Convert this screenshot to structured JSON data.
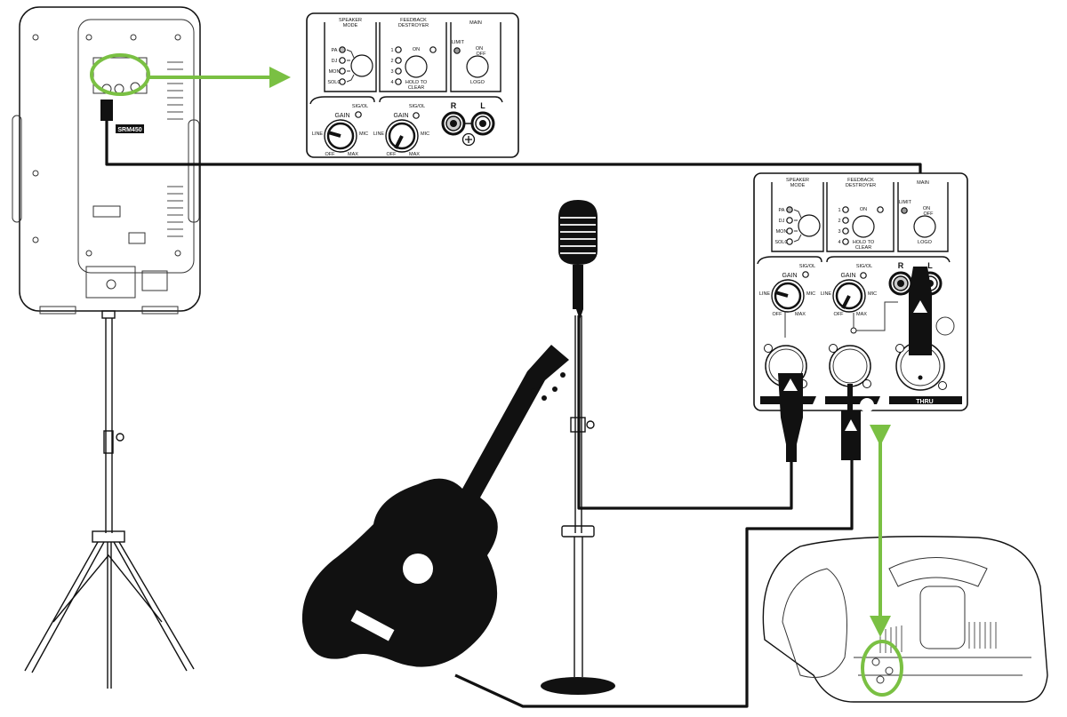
{
  "diagram": {
    "speaker_model": "SRM450",
    "panel": {
      "speaker_mode_title": [
        "SPEAKER",
        "MODE"
      ],
      "speaker_modes": [
        "PA",
        "DJ",
        "MON",
        "SOLO"
      ],
      "feedback_title": [
        "FEEDBACK",
        "DESTROYER"
      ],
      "feedback_leds": [
        "1",
        "2",
        "3",
        "4"
      ],
      "feedback_on": "ON",
      "feedback_clear": [
        "HOLD TO",
        "CLEAR"
      ],
      "main_title": "MAIN",
      "limit": "LIMIT",
      "logo_on": "ON",
      "logo_off": "OFF",
      "logo": "LOGO",
      "gain": "GAIN",
      "sig_ol": "SIG/OL",
      "line": "LINE",
      "mic": "MIC",
      "off": "OFF",
      "max": "MAX",
      "right": "R",
      "left": "L"
    },
    "thru_label": "THRU",
    "colors": {
      "highlight": "#7ac043",
      "ink": "#111111"
    }
  }
}
